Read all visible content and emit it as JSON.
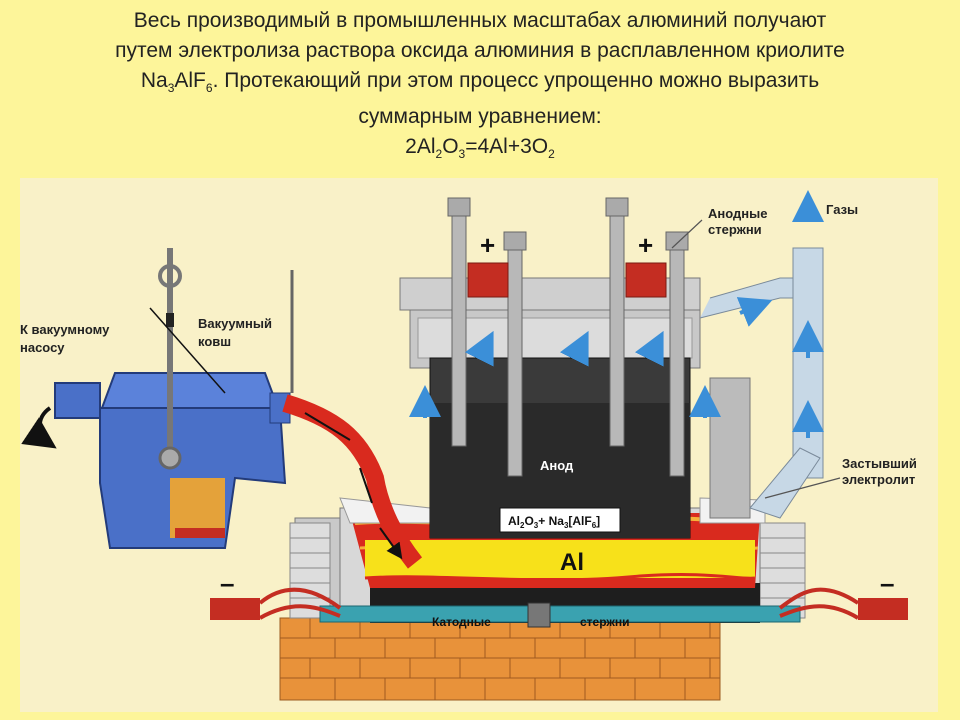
{
  "header": {
    "line1": "Весь производимый в промышленных масштабах алюминий получают",
    "line2": "путем электролиза раствора оксида алюминия в расплавленном криолите",
    "line3_a": "Na",
    "line3_sub1": "3",
    "line3_b": "AlF",
    "line3_sub2": "6",
    "line3_c": ". Протекающий при этом процесс упрощенно можно выразить",
    "line4": "суммарным уравнением:",
    "equation": {
      "p1": "2Al",
      "s1": "2",
      "p2": "O",
      "s2": "3",
      "p3": "=4Al+3O",
      "s3": "2"
    }
  },
  "labels": {
    "vacuum_pump_1": "К вакуумному",
    "vacuum_pump_2": "насосу",
    "vacuum_ladle_1": "Вакуумный",
    "vacuum_ladle_2": "ковш",
    "anode_rods_1": "Анодные",
    "anode_rods_2": "стержни",
    "gases": "Газы",
    "anode": "Анод",
    "electrolyte_a": "Al",
    "electrolyte_s1": "2",
    "electrolyte_b": "O",
    "electrolyte_s2": "3",
    "electrolyte_c": "+ Na",
    "electrolyte_s3": "3",
    "electrolyte_d": "[AlF",
    "electrolyte_s4": "6",
    "electrolyte_e": "]",
    "aluminium": "Al",
    "frozen_1": "Застывший",
    "frozen_2": "электролит",
    "cathode_1": "Катодные",
    "cathode_2": "стержни",
    "plus": "+",
    "minus": "–"
  },
  "colors": {
    "background": "#fdf59a",
    "ladle": "#4a70c8",
    "molten": "#d92a1e",
    "aluminium": "#f7e11a",
    "anode": "#3a3a3a",
    "brick": "#e8923a",
    "cathode_bar": "#3aa2b0",
    "gas_arrow": "#3b8fd8"
  }
}
